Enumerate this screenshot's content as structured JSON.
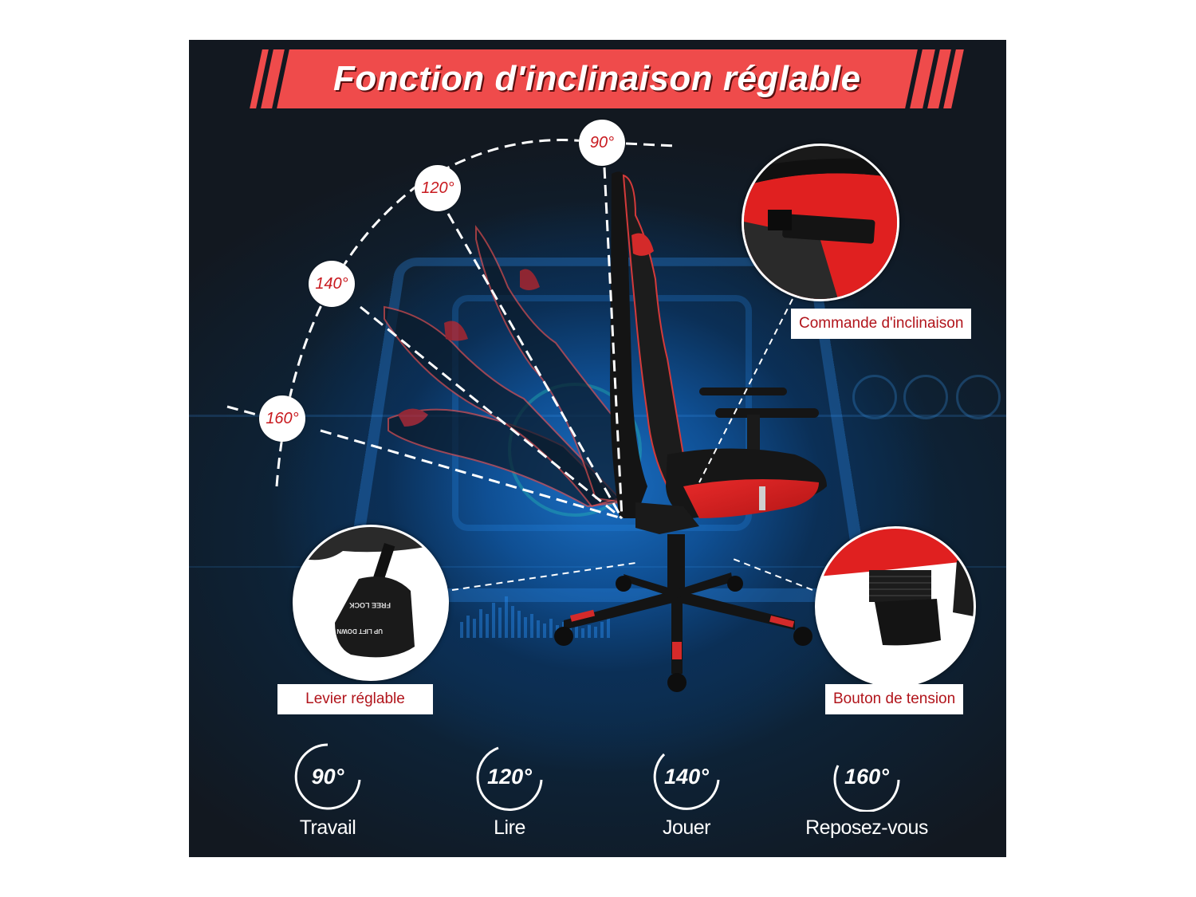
{
  "title": "Fonction d'inclinaison réglable",
  "colors": {
    "accent_red": "#ef4b4b",
    "label_red": "#b1141b",
    "angle_red": "#c8191e",
    "background_dark": "#121820",
    "background_blue": "#1a6fc4"
  },
  "recline_angles": [
    {
      "label": "90°"
    },
    {
      "label": "120°"
    },
    {
      "label": "140°"
    },
    {
      "label": "160°"
    }
  ],
  "callouts": {
    "tilt_control": {
      "label": "Commande d'inclinaison"
    },
    "adjustable_lever": {
      "label": "Levier réglable",
      "lever_markings": [
        "FREE",
        "LOCK",
        "UP",
        "LIFT",
        "DOWN"
      ]
    },
    "tension_knob": {
      "label": "Bouton de tension"
    }
  },
  "modes": [
    {
      "degree": "90°",
      "label": "Travail"
    },
    {
      "degree": "120°",
      "label": "Lire"
    },
    {
      "degree": "140°",
      "label": "Jouer"
    },
    {
      "degree": "160°",
      "label": "Reposez-vous"
    }
  ]
}
